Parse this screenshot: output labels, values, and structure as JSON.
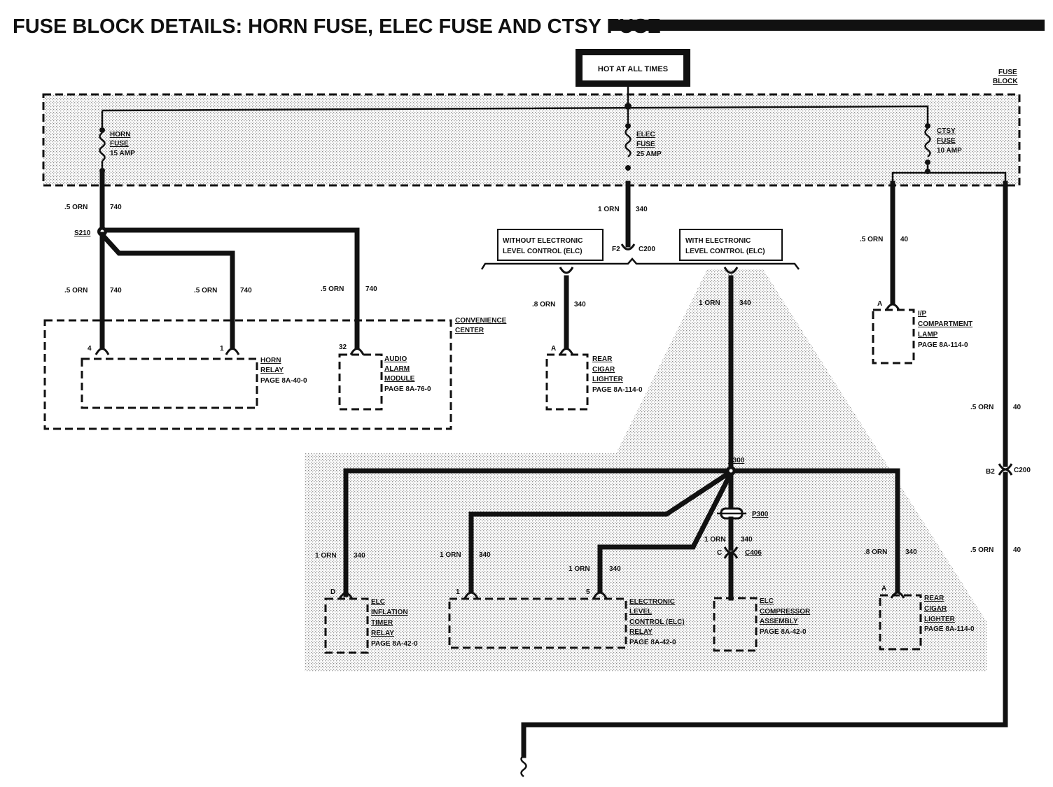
{
  "title": "FUSE BLOCK DETAILS:  HORN FUSE, ELEC FUSE AND CTSY FUSE",
  "hot_label": "HOT AT ALL TIMES",
  "fuse_block": {
    "label_1": "FUSE",
    "label_2": "BLOCK"
  },
  "fuses": {
    "horn": {
      "l1": "HORN",
      "l2": "FUSE",
      "l3": "15 AMP"
    },
    "elec": {
      "l1": "ELEC",
      "l2": "FUSE",
      "l3": "25 AMP"
    },
    "ctsy": {
      "l1": "CTSY",
      "l2": "FUSE",
      "l3": "10 AMP"
    }
  },
  "wires": {
    "horn_main": {
      "size": ".5 ORN",
      "circuit": "740"
    },
    "horn_relay": {
      "size": ".5 ORN",
      "circuit": "740"
    },
    "convenience_1": {
      "size": ".5 ORN",
      "circuit": "740"
    },
    "audio_alarm": {
      "size": ".5 ORN",
      "circuit": "740"
    },
    "elec_main": {
      "size": "1 ORN",
      "circuit": "340"
    },
    "rear_lighter_no_elc": {
      "size": ".8 ORN",
      "circuit": "340"
    },
    "elc_main": {
      "size": "1 ORN",
      "circuit": "340"
    },
    "ip_lamp": {
      "size": ".5 ORN",
      "circuit": "40"
    },
    "ctsy_main": {
      "size": ".5 ORN",
      "circuit": "40"
    },
    "ctsy_lower": {
      "size": ".5 ORN",
      "circuit": "40"
    },
    "inflation": {
      "size": "1 ORN",
      "circuit": "340"
    },
    "elc_relay_1": {
      "size": "1 ORN",
      "circuit": "340"
    },
    "elc_relay_5": {
      "size": "1 ORN",
      "circuit": "340"
    },
    "compressor": {
      "size": "1 ORN",
      "circuit": "340"
    },
    "rear_lighter_elc": {
      "size": ".8 ORN",
      "circuit": "340"
    }
  },
  "splices": {
    "s210": "S210",
    "s300": "S300"
  },
  "connectors": {
    "c200_top": {
      "pin": "F2",
      "name": "C200"
    },
    "c200_right": {
      "pin": "B2",
      "name": "C200"
    },
    "p300": "P300",
    "c406": {
      "pin": "C",
      "name": "C406"
    }
  },
  "options": {
    "without": {
      "l1": "WITHOUT ELECTRONIC",
      "l2": "LEVEL CONTROL (ELC)"
    },
    "with": {
      "l1": "WITH ELECTRONIC",
      "l2": "LEVEL CONTROL (ELC)"
    }
  },
  "convenience_center": {
    "l1": "CONVENIENCE",
    "l2": "CENTER"
  },
  "components": {
    "horn_relay": {
      "pin_a": "4",
      "pin_b": "1",
      "l1": "HORN",
      "l2": "RELAY",
      "l3": "PAGE 8A-40-0"
    },
    "audio_alarm": {
      "pin": "32",
      "l1": "AUDIO",
      "l2": "ALARM",
      "l3": "MODULE",
      "l4": "PAGE 8A-76-0"
    },
    "rear_cigar_1": {
      "pin": "A",
      "l1": "REAR",
      "l2": "CIGAR",
      "l3": "LIGHTER",
      "l4": "PAGE 8A-114-0"
    },
    "ip_lamp": {
      "pin": "A",
      "l1": "I/P",
      "l2": "COMPARTMENT",
      "l3": "LAMP",
      "l4": "PAGE 8A-114-0"
    },
    "inflation_relay": {
      "pin": "D",
      "l1": "ELC",
      "l2": "INFLATION",
      "l3": "TIMER",
      "l4": "RELAY",
      "l5": "PAGE 8A-42-0"
    },
    "elc_relay": {
      "pin_a": "1",
      "pin_b": "5",
      "l1": "ELECTRONIC",
      "l2": "LEVEL",
      "l3": "CONTROL (ELC)",
      "l4": "RELAY",
      "l5": "PAGE 8A-42-0"
    },
    "compressor": {
      "l1": "ELC",
      "l2": "COMPRESSOR",
      "l3": "ASSEMBLY",
      "l4": "PAGE 8A-42-0"
    },
    "rear_cigar_2": {
      "pin": "A",
      "l1": "REAR",
      "l2": "CIGAR",
      "l3": "LIGHTER",
      "l4": "PAGE 8A-114-0"
    }
  }
}
